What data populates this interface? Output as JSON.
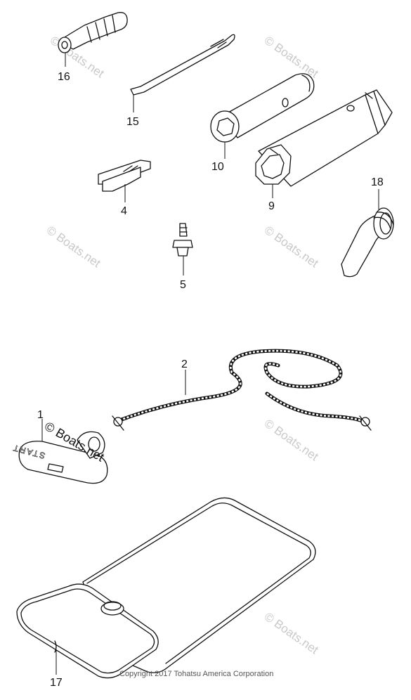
{
  "parts": [
    {
      "number": "16"
    },
    {
      "number": "15"
    },
    {
      "number": "10"
    },
    {
      "number": "9"
    },
    {
      "number": "4"
    },
    {
      "number": "18"
    },
    {
      "number": "5"
    },
    {
      "number": "2"
    },
    {
      "number": "1"
    },
    {
      "number": "17"
    }
  ],
  "watermark": {
    "text": "© Boats.net",
    "bold_text": "© Boats.net"
  },
  "key_label": "START",
  "copyright": "Copyright 2017 Tohatsu America Corporation"
}
